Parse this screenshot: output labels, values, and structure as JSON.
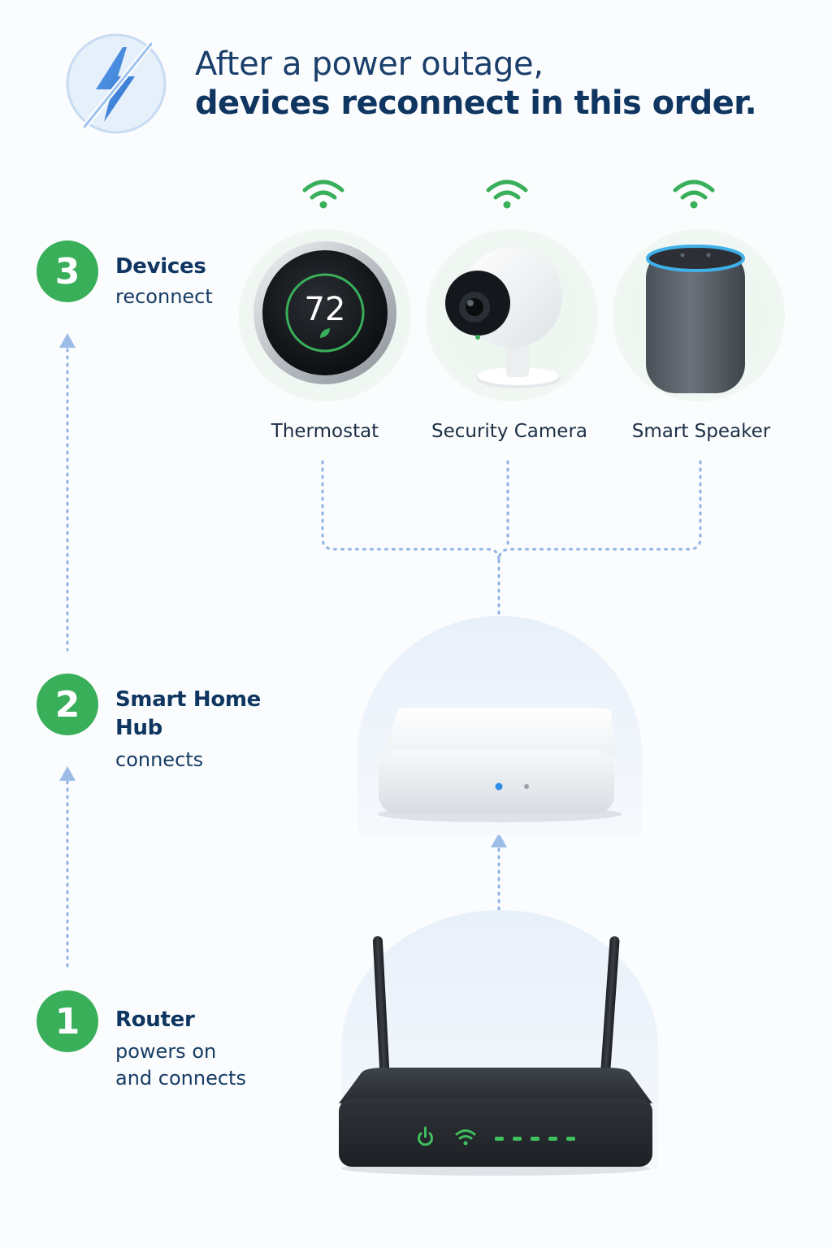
{
  "header": {
    "title_line1": "After a power outage,",
    "title_line2": "devices reconnect in this order."
  },
  "steps": [
    {
      "number": "1",
      "title": "Router",
      "description_line1": "powers on",
      "description_line2": "and connects"
    },
    {
      "number": "2",
      "title_line1": "Smart Home",
      "title_line2": "Hub",
      "description": "connects"
    },
    {
      "number": "3",
      "title": "Devices",
      "description": "reconnect"
    }
  ],
  "devices": [
    {
      "label": "Thermostat",
      "display_value": "72",
      "icon": "thermostat-icon"
    },
    {
      "label": "Security Camera",
      "icon": "camera-icon"
    },
    {
      "label": "Smart Speaker",
      "icon": "speaker-icon"
    }
  ],
  "icons": {
    "power_outage": "lightning-bolt-icon",
    "wifi": "wifi-signal-icon",
    "hub": "hub-icon",
    "router": "router-icon"
  },
  "colors": {
    "accent_green": "#3aaf5a",
    "title_navy": "#0f3561",
    "connector_blue": "#8fb3e6",
    "hub_led_blue": "#2f8ee8",
    "speaker_ring": "#3fb0e8"
  }
}
